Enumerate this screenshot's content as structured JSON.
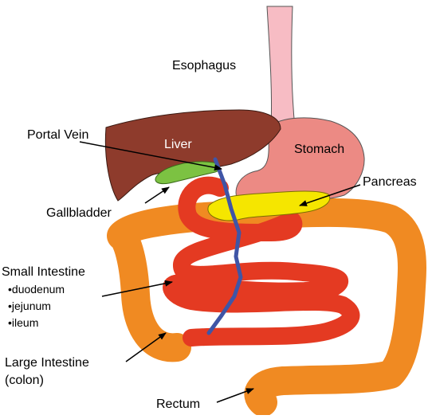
{
  "labels": {
    "esophagus": "Esophagus",
    "liver": "Liver",
    "stomach": "Stomach",
    "portal_vein": "Portal Vein",
    "gallbladder": "Gallbladder",
    "pancreas": "Pancreas",
    "small_intestine": "Small Intestine",
    "small_intestine_parts": [
      "•duodenum",
      "•jejunum",
      "•ileum"
    ],
    "large_intestine": "Large Intestine",
    "large_intestine_alt": "(colon)",
    "rectum": "Rectum"
  },
  "colors": {
    "esophagus": "#f7bcc4",
    "liver": "#8e3b2c",
    "stomach": "#ec8a84",
    "gallbladder": "#7cc242",
    "pancreas": "#f5e600",
    "small_intestine": "#e43a22",
    "large_intestine": "#f08a22",
    "portal_vein": "#3f55a6",
    "outline": "#222222"
  }
}
